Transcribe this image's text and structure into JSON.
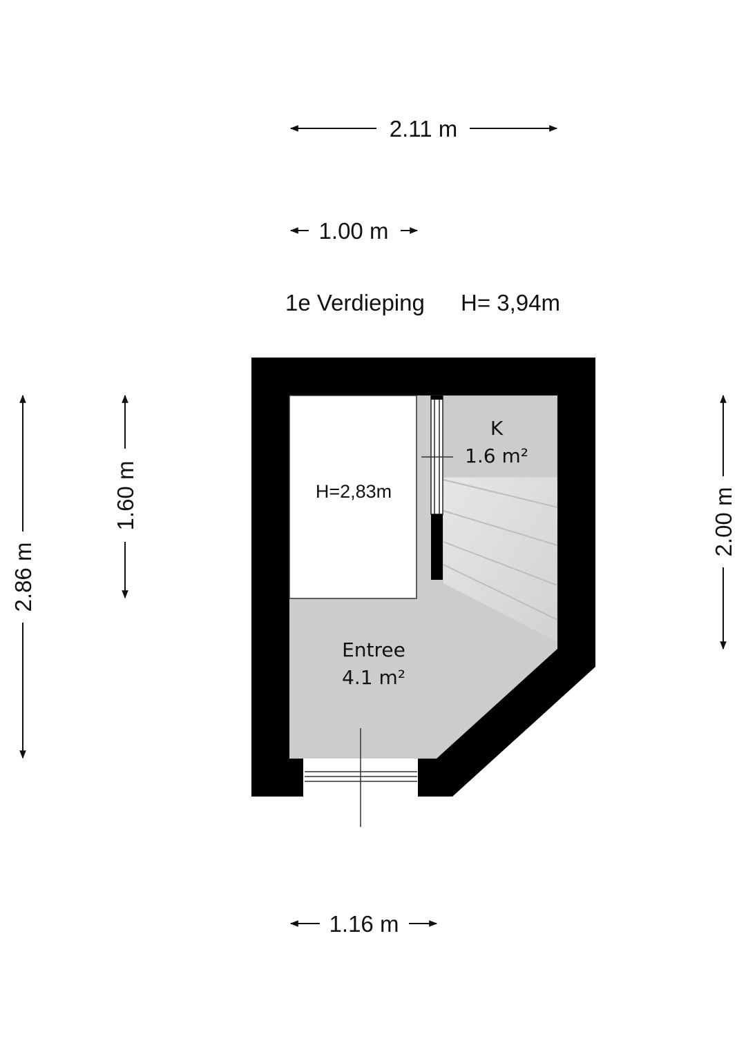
{
  "floor": {
    "name": "1e Verdieping",
    "height": "H= 3,94m"
  },
  "dimensions": {
    "top_total": "2.11 m",
    "top_partial": "1.00 m",
    "bottom": "1.16 m",
    "left_outer": "2.86 m",
    "left_inner": "1.60 m",
    "right": "2.00 m"
  },
  "rooms": {
    "k": {
      "name": "K",
      "area": "1.6 m²"
    },
    "entree": {
      "name": "Entree",
      "area": "4.1 m²"
    },
    "void": {
      "height": "H=2,83m"
    }
  },
  "colors": {
    "wall": "#000000",
    "floor": "#cccccc",
    "stairs": "#dcdcdc",
    "void": "#ffffff"
  }
}
